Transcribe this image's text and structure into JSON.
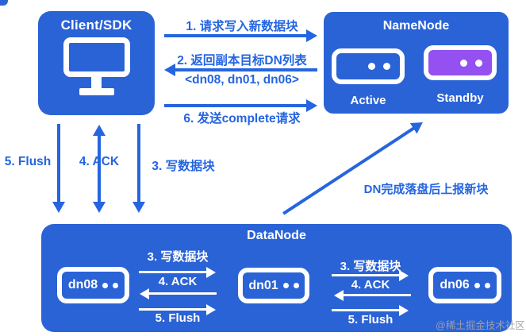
{
  "colors": {
    "box_blue": "#2a63d6",
    "arrow_blue": "#2465e0",
    "standby_purple": "#9450f0",
    "watermark_gray": "#a0a0a8"
  },
  "client": {
    "title": "Client/SDK"
  },
  "namenode": {
    "title": "NameNode",
    "active_label": "Active",
    "standby_label": "Standby"
  },
  "client_namenode_flows": {
    "step1_request_write": "1. 请求写入新数据块",
    "step2_return_dn_list": "2. 返回副本目标DN列表",
    "step2_dn_list": "<dn08, dn01, dn06>",
    "step6_send_complete": "6. 发送complete请求"
  },
  "client_datanode_flows": {
    "flush": "5. Flush",
    "ack": "4. ACK",
    "write_block": "3. 写数据块"
  },
  "datanode_report_flow": {
    "label": "DN完成落盘后上报新块"
  },
  "datanode": {
    "title": "DataNode",
    "nodes": [
      "dn08",
      "dn01",
      "dn06"
    ],
    "pipeline": {
      "write_block": "3. 写数据块",
      "ack": "4. ACK",
      "flush": "5. Flush"
    }
  },
  "watermark": "@稀土掘金技术社区"
}
